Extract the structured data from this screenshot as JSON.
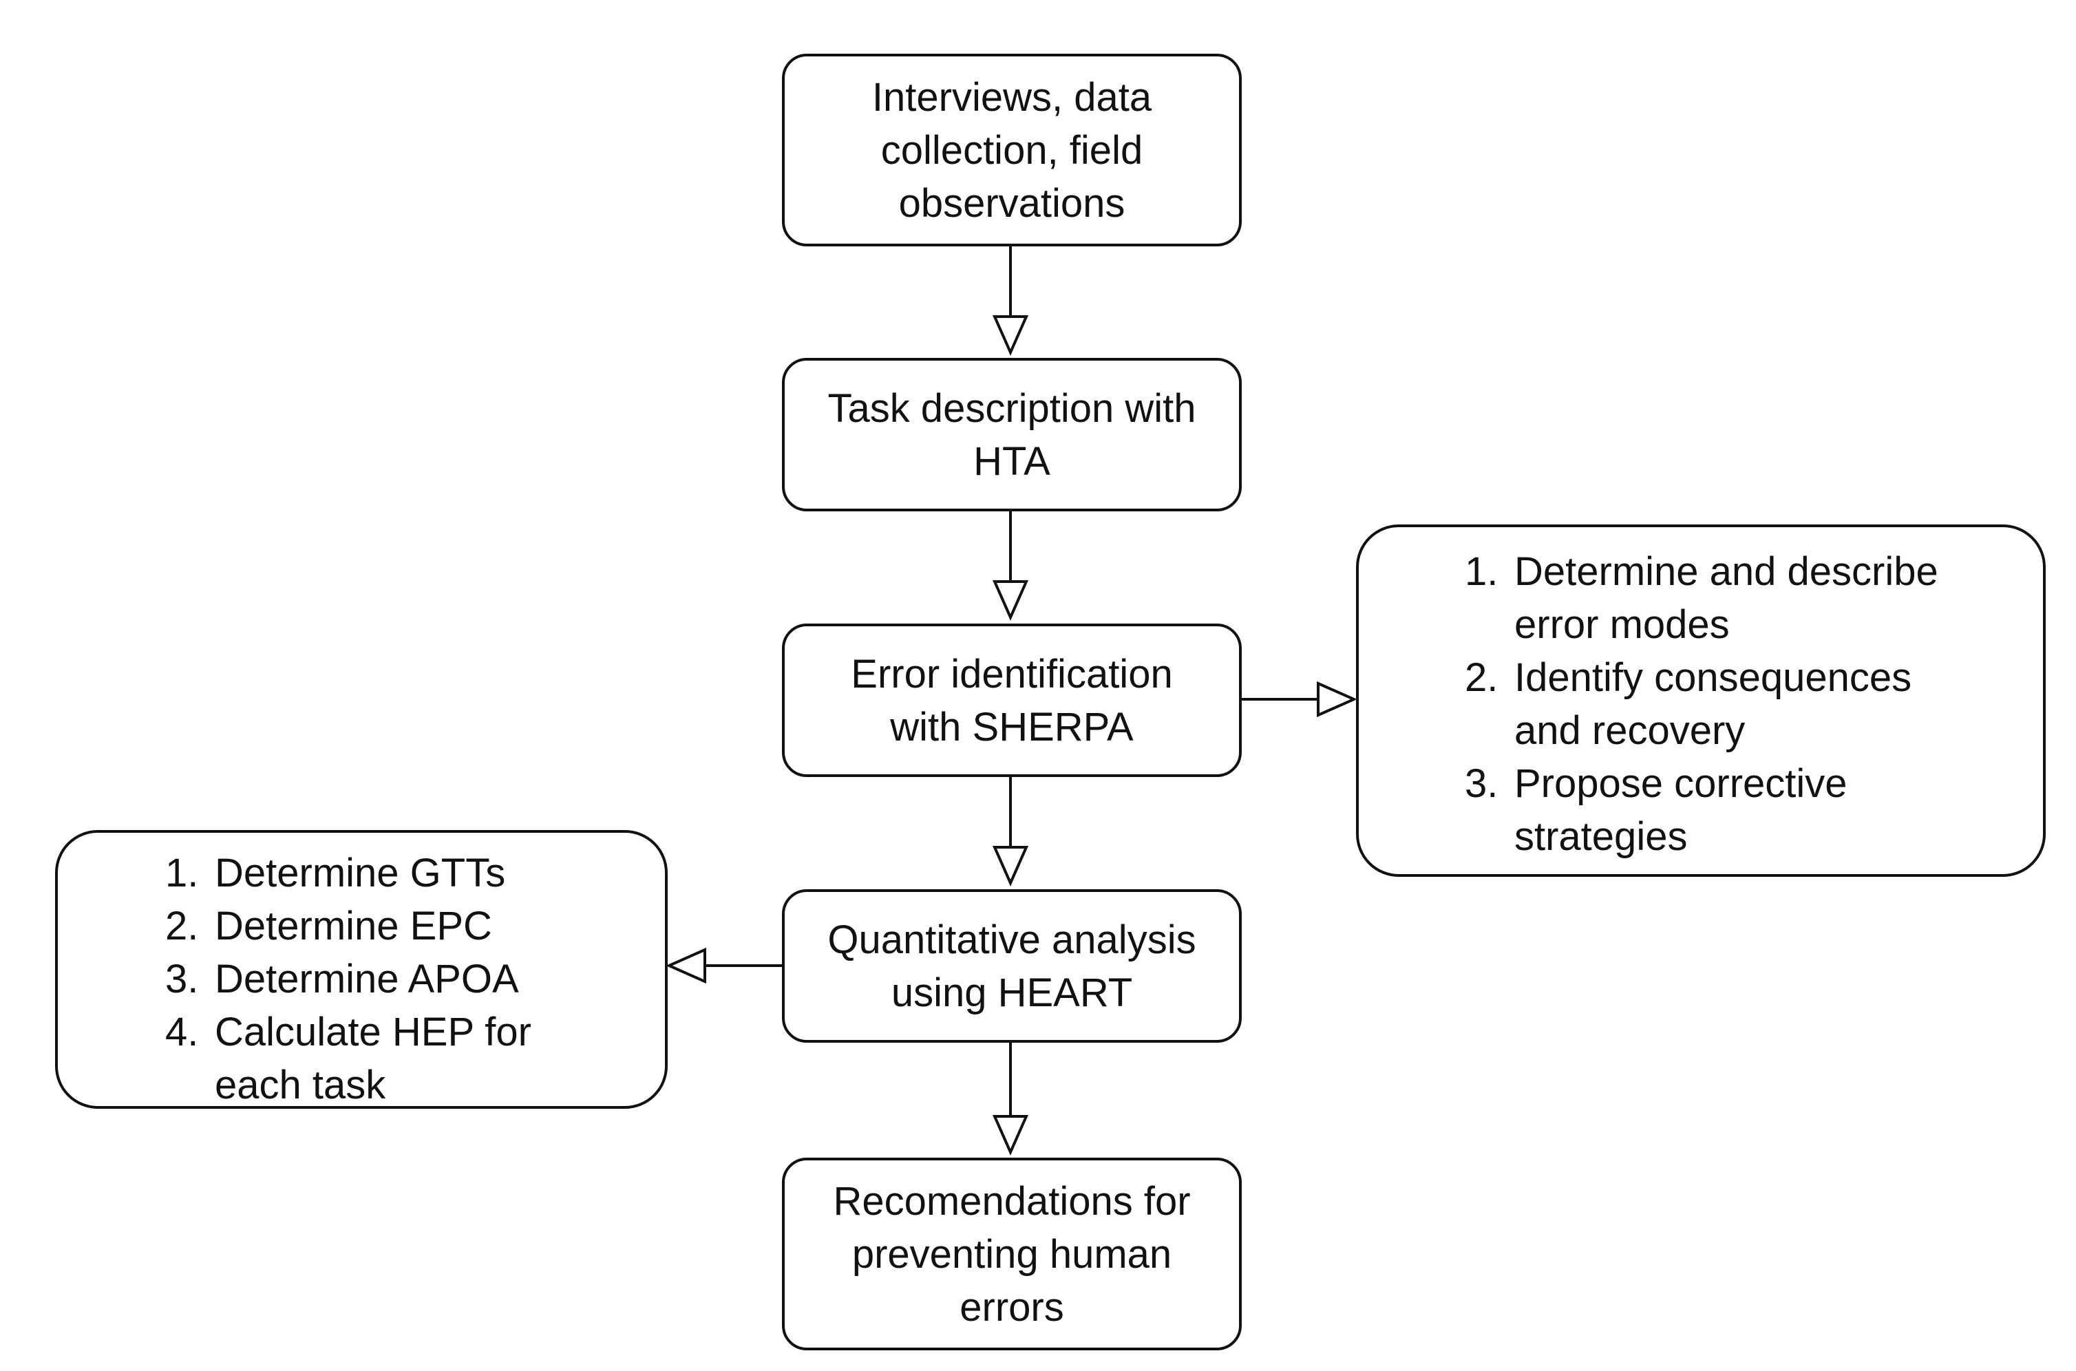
{
  "flowchart": {
    "steps": [
      {
        "lines": [
          "Interviews, data",
          "collection, field",
          "observations"
        ]
      },
      {
        "lines": [
          "Task description with",
          "HTA"
        ]
      },
      {
        "lines": [
          "Error identification",
          "with SHERPA"
        ]
      },
      {
        "lines": [
          "Quantitative analysis",
          "using HEART"
        ]
      },
      {
        "lines": [
          "Recomendations for",
          "preventing human",
          "errors"
        ]
      }
    ],
    "sherpa_details": [
      {
        "number": "1.",
        "lines": [
          "Determine and describe",
          "error modes"
        ]
      },
      {
        "number": "2.",
        "lines": [
          "Identify consequences",
          "and recovery"
        ]
      },
      {
        "number": "3.",
        "lines": [
          "Propose corrective",
          "strategies"
        ]
      }
    ],
    "heart_details": [
      {
        "number": "1.",
        "lines": [
          "Determine GTTs"
        ]
      },
      {
        "number": "2.",
        "lines": [
          "Determine EPC"
        ]
      },
      {
        "number": "3.",
        "lines": [
          "Determine APOA"
        ]
      },
      {
        "number": "4.",
        "lines": [
          "Calculate HEP for",
          "each task"
        ]
      }
    ]
  }
}
